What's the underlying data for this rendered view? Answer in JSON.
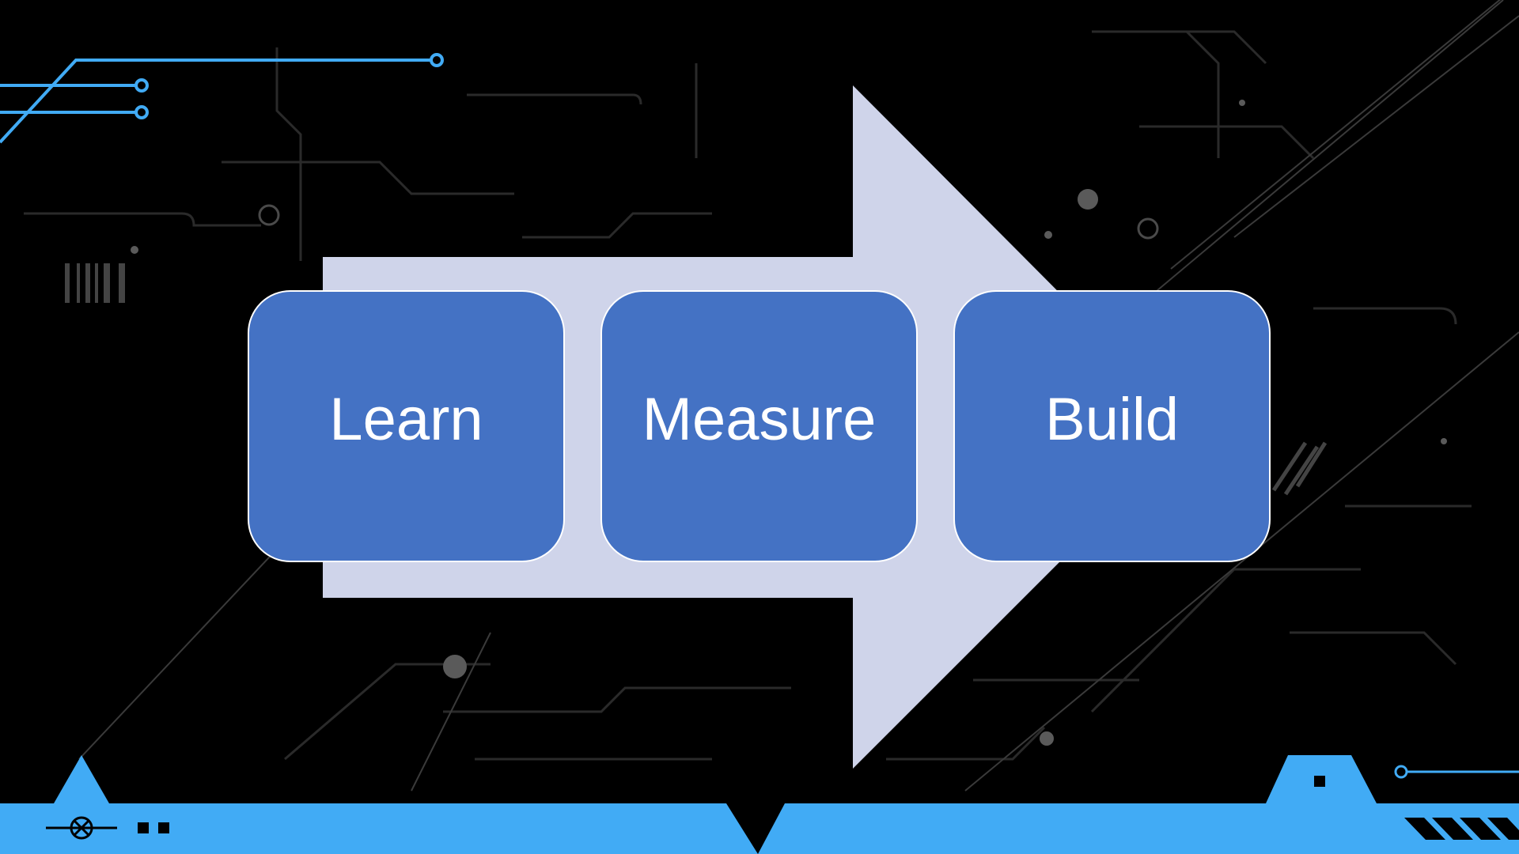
{
  "slide": {
    "background_color": "#000000",
    "accent_color": "#41abf5",
    "arrow_color": "#cfd4ea",
    "step_color": "#4472c4"
  },
  "process": {
    "steps": [
      {
        "label": "Learn"
      },
      {
        "label": "Measure"
      },
      {
        "label": "Build"
      }
    ]
  },
  "decorations": {
    "icons": [
      "circuit-lines-icon",
      "x-circle-icon",
      "square-pair-icon",
      "stripes-icon"
    ]
  }
}
